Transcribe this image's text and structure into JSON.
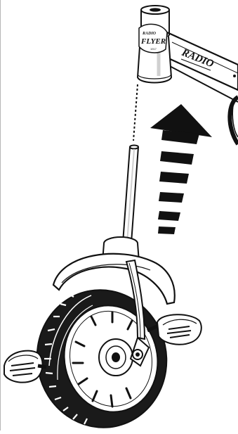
{
  "figure": {
    "brand_frame": "RADIO",
    "brand_badge_top": "RADIO",
    "brand_badge_main": "FLYER",
    "brand_badge_year": "1917"
  },
  "colors": {
    "ink": "#111111",
    "paper": "#ffffff",
    "tire": "#1a1a1a",
    "shade": "#cfcfcf"
  },
  "icons": {
    "arrow": "upward-assembly-arrow",
    "stem": "handlebar-stem",
    "head_tube": "frame-head-tube"
  }
}
